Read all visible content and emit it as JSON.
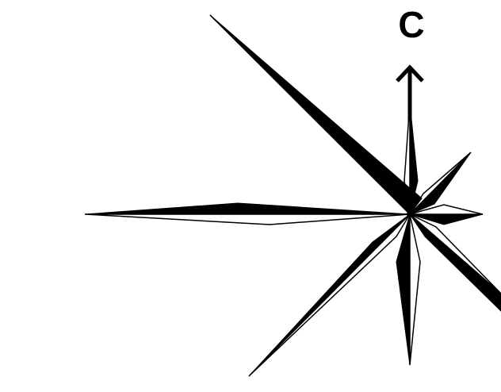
{
  "north_label": "С",
  "colors": {
    "ink": "#000000",
    "paper": "#ffffff"
  },
  "diagram": {
    "type": "wind-rose",
    "directions": [
      "N",
      "NE",
      "E",
      "SE",
      "S",
      "SW",
      "W",
      "NW"
    ]
  }
}
